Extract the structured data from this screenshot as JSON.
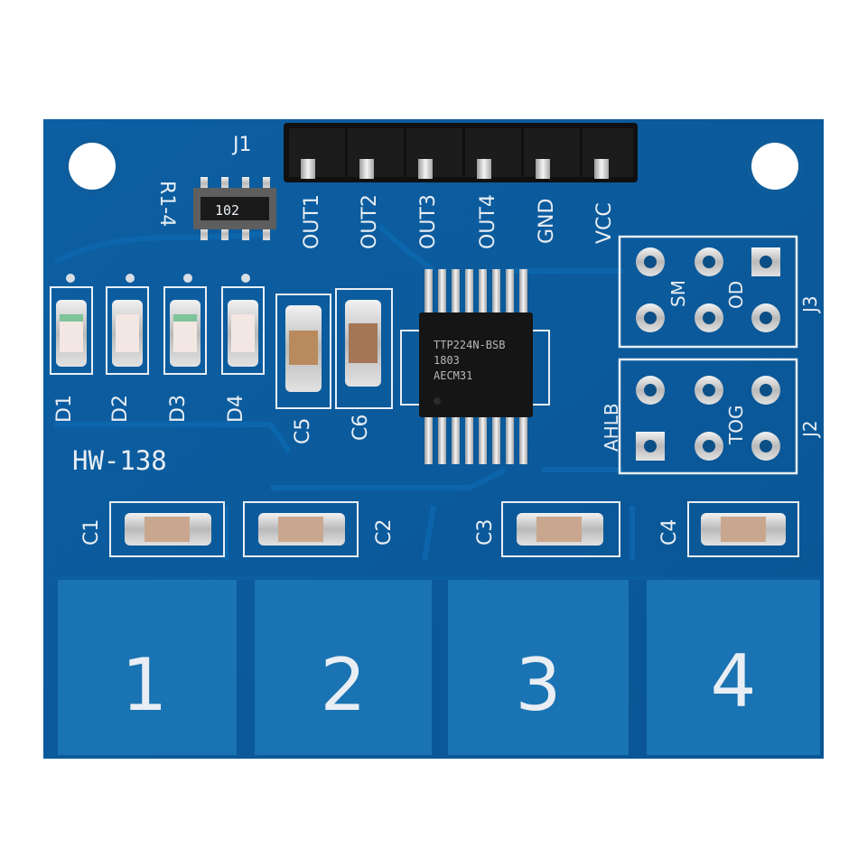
{
  "board": {
    "model": "HW-138",
    "header_label": "J1",
    "resistor_label": "R1-4",
    "resistor_code": "102",
    "pins": [
      "OUT1",
      "OUT2",
      "OUT3",
      "OUT4",
      "GND",
      "VCC"
    ],
    "leds": [
      "D1",
      "D2",
      "D3",
      "D4"
    ],
    "big_caps": [
      "C5",
      "C6"
    ],
    "chip": {
      "line1": "TTP224N-BSB",
      "line2": "1803",
      "line3": "AECM31"
    },
    "j3": {
      "label": "J3",
      "sm": "SM",
      "od": "OD"
    },
    "j2": {
      "label": "J2",
      "ahlb": "AHLB",
      "tog": "TOG"
    },
    "small_caps": [
      "C1",
      "C2",
      "C3",
      "C4"
    ],
    "pads": [
      "1",
      "2",
      "3",
      "4"
    ]
  },
  "colors": {
    "pcb": "#0c5ea1",
    "pcb_dark": "#0a4f8a",
    "trace": "#0d6cb4",
    "silkscreen": "#e9eef4",
    "pad": "#1a73b2",
    "chip": "#151515"
  }
}
